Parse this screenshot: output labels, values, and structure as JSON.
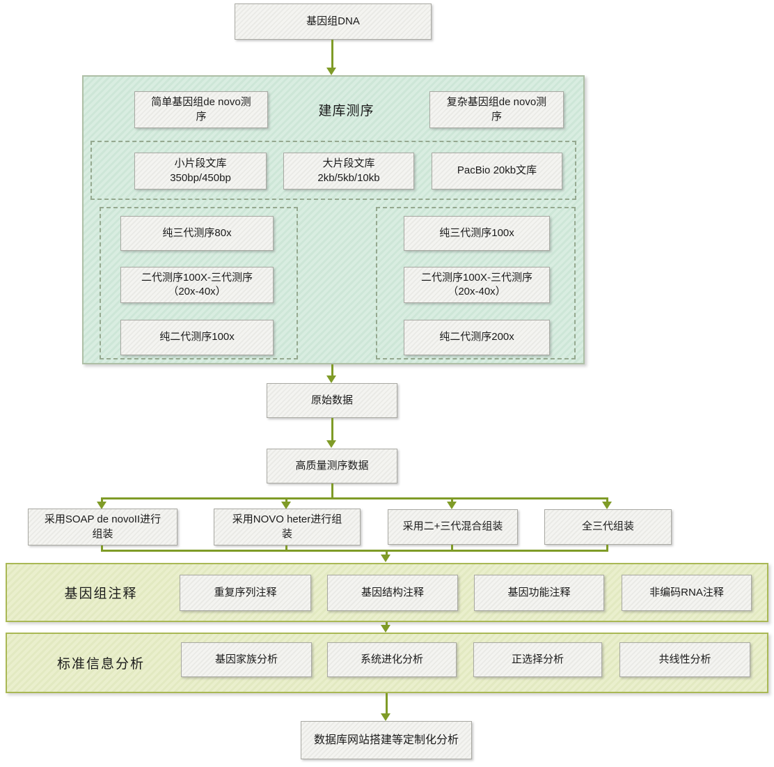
{
  "colors": {
    "arrow": "#7f9b27",
    "container_fill": "#d4ead9",
    "container_border": "#aebfa6",
    "band_fill": "#e6ecc7",
    "band_border": "#a9b854",
    "node_fill": "#f0f0ec",
    "node_border": "#a8a8a2"
  },
  "nodes": {
    "genome_dna": "基因组DNA",
    "raw_data": "原始数据",
    "hq_data": "高质量测序数据",
    "final": "数据库网站搭建等定制化分析"
  },
  "library_section": {
    "title": "建库测序",
    "simple_genome": "简单基因组de novo测\n序",
    "complex_genome": "复杂基因组de novo测\n序",
    "libraries": [
      "小片段文库\n350bp/450bp",
      "大片段文库\n2kb/5kb/10kb",
      "PacBio 20kb文库"
    ],
    "simple_strategies": [
      "纯三代测序80x",
      "二代测序100X-三代测序\n（20x-40x）",
      "纯二代测序100x"
    ],
    "complex_strategies": [
      "纯三代测序100x",
      "二代测序100X-三代测序\n（20x-40x）",
      "纯二代测序200x"
    ]
  },
  "assembly": [
    "采用SOAP de novoII进行\n组装",
    "采用NOVO heter进行组\n装",
    "采用二+三代混合组装",
    "全三代组装"
  ],
  "annotation_band": {
    "label": "基因组注释",
    "items": [
      "重复序列注释",
      "基因结构注释",
      "基因功能注释",
      "非编码RNA注释"
    ]
  },
  "analysis_band": {
    "label": "标准信息分析",
    "items": [
      "基因家族分析",
      "系统进化分析",
      "正选择分析",
      "共线性分析"
    ]
  }
}
